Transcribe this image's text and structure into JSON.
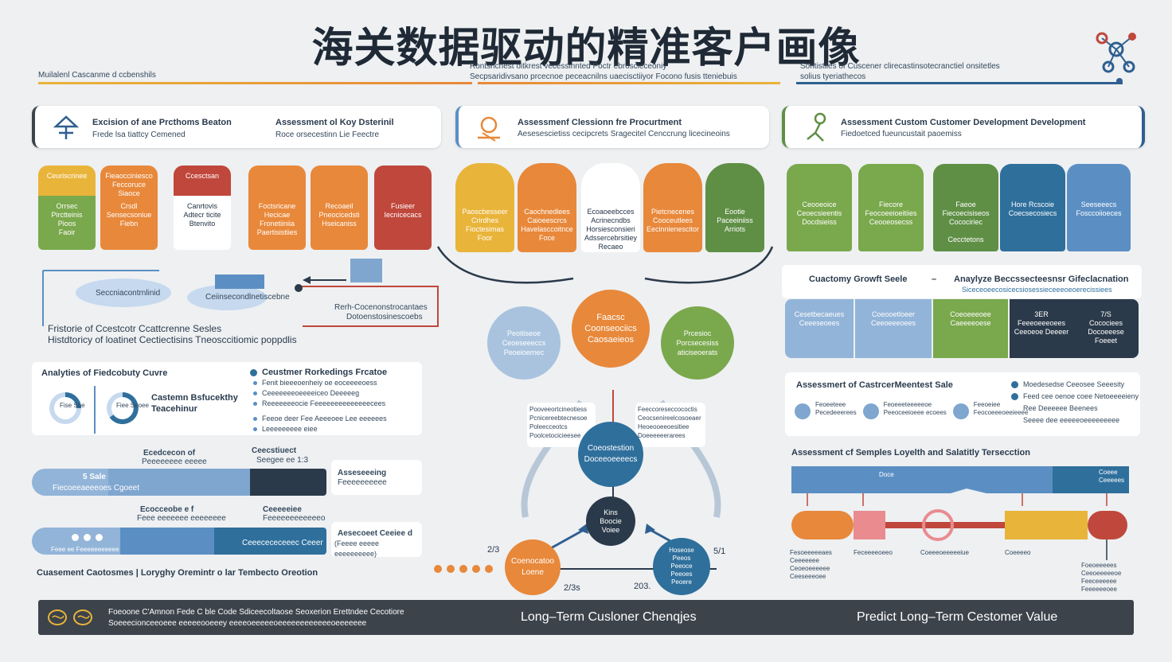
{
  "title": "海关数据驱动的精准客户画像",
  "header": {
    "left_note": "Muilalenl Cascanme d ccbenshils",
    "center_note_1": "Rontsricnest oitkrest vecessinnted Poctr ebroscieceoniy",
    "center_note_2": "Secpsaridivsano prcecnoe peceacnilns uaecisctiiyor Focono fusis tteniebuis",
    "right_note_1": "Sontistiies of Cuscener clirecastinsotecranctiel onsitetles",
    "right_note_2": "solius tyeriathecos"
  },
  "left_panel": {
    "head_a_title": "Excision of ane Prcthoms Beaton",
    "head_a_sub": "Frede lsa tiattcy Cemened",
    "head_b_title": "Assessment ol Koy Dsterinil",
    "head_b_sub": "Roce orsecestinn Lie Feectre",
    "cards": [
      {
        "top": "Ceuriscrinee",
        "body": "Orrsec\nPirctteinis\nPioos\nFaoir",
        "top_color": "#e9b43a",
        "body_color": "#7aa84c"
      },
      {
        "top": "Fieaocciniesco\nFeccoruce\nSiaoce",
        "body": "Crsdl\nSensecsoniue\nFiebn",
        "top_color": "#e8883a",
        "body_color": "#e8883a"
      },
      {
        "top": "Ccesctsan",
        "body": "Canrtovis\nAdtecr ticite\nBtenvito",
        "top_color": "#c0473b",
        "body_color": "#ffffff"
      },
      {
        "top": "",
        "body": "Foctsricane\nHecicae\nFronetiiniia\nPaertisistiies",
        "top_color": "#e8883a",
        "body_color": "#e8883a"
      },
      {
        "top": "",
        "body": "Recoaeil\nPneocicedsti\nHseicaniss",
        "top_color": "#e8883a",
        "body_color": "#e8883a"
      },
      {
        "top": "",
        "body": "Fusieer\nIecnicecacs",
        "top_color": "#c0473b",
        "body_color": "#c0473b"
      }
    ],
    "cloud_1": "Seccniacontrnlinid",
    "cloud_2": "Ceiinsecondlnetiscebne",
    "arrow_note_1": "Rerh-Cocenonstrocantaes",
    "arrow_note_2": "Dotoenstosinescoebs",
    "history_1": "Fristorie of Ccestcotr Ccattcrenne Sesles",
    "history_2": "Histdtoricy of loatinet Cectiectisins Tneosccitiomic poppdlis"
  },
  "center_panel": {
    "head_title": "Assessmenf Clessionn fre Procurtment",
    "head_sub": "Aesesescietiss cecipcrets Sragecitel Cenccrung licecineoins",
    "cards": [
      {
        "body": "Paoscbesseer\nCrirdhes\nFioctesimas\nFoor",
        "color": "#e9b43a"
      },
      {
        "body": "Caochnedlees\nCaioeescrcs\nHavelasccoitnce\nFoce",
        "color": "#e8883a"
      },
      {
        "body": "Ecoaoeebcces\nAcrinecndbs\nHorsiesconsieri\nAdssercebrsitiey\nRecaeo",
        "color": "#ffffff"
      },
      {
        "body": "Pietcnecenes\nCooceutlees\nEecinnienescitor",
        "color": "#e8883a"
      },
      {
        "body": "Eootie\nPaceeiniiss\nArriots",
        "color": "#5f8f45"
      }
    ],
    "circle_left": "Peoitiseoe\nCeoeseeeccs\nPeoeioernec",
    "circle_main": "Faacsc\nCoonseociics\nCaosaeieos",
    "circle_right": "Prcesioc\nPorcsecesiss\naticiseoerats",
    "note_left": "Pooveeortcineotiess\nPcnicereebtecnesoe\nPoleecceotcs\nPoolcetocicieesee",
    "note_right": "Feeccoreseccococtis\nCeocsenireelcosoeaer\nHeoeooeeoesitiee\nDoeeeeeerarees",
    "circle_mid": "Coeostestion\nDoceeoeeeecs",
    "circle_dark": "Kins\nBoocie\nVoiee",
    "circle_bl": "Coenocatoo\nLoene",
    "circle_br": "Hoseose Peeos\nPeeoce Peeoes\nPeoere",
    "label_213": "2/3",
    "label_51": "5/1",
    "label_23s": "2/3s",
    "label_2032": "203."
  },
  "right_panel": {
    "head_title": "Assessment Custom Customer Development Development",
    "head_sub": "Fiedoetced fueuncustait paoemiss",
    "cards": [
      {
        "body": "Ceooeoice\nCeoecsieentis\nDocdsieiss",
        "color": "#7aa84c"
      },
      {
        "body": "Fiecore\nFeocoeeioeitiies\nCeooeosecss",
        "color": "#7aa84c"
      },
      {
        "body": "Faeoe\nFiecoecisiseos\nCocociriec\n\nCecctetons",
        "color": "#5f8f45"
      },
      {
        "body": "Hore Rcscoie\nCoecsecosiecs",
        "color": "#2f6f9c"
      },
      {
        "body": "Seeseeecs\nFosccoiioeces",
        "color": "#5b8fc4"
      }
    ],
    "growth_title": "Cuactomy Growft Seele",
    "growth_dash": "–",
    "growth_right": "Anaylyze Beccssecteesnsr Gifeclacnation",
    "growth_sub": "Siceceoeecosicecsiosessieceeeoeoerecissiees",
    "growth_blocks": [
      {
        "text": "Cesetbecaeues\nCeeeseoees",
        "color": "#92b4d8"
      },
      {
        "text": "Coeooetloeer\nCeeoeeeoees",
        "color": "#92b4d8"
      },
      {
        "text": "Coeoeeeoee\nCaeeeeoese",
        "color": "#7aa84c"
      },
      {
        "text": "3ER\nFeeeoeeeoees\nCeeoeoe Deeeer",
        "color": "#2b3a4a"
      },
      {
        "text": "7/S\nCocociees\nDocoeeese\nFoeeet",
        "color": "#2b3a4a"
      }
    ],
    "sale_title": "Assessmert of CastrcerMeentest Sale",
    "sale_items": [
      "Feoeeteee\nPecedeeerees",
      "Feoeeeteeeeeoe\nPeeoceeioeee ecoees",
      "Feeoeiee\nFeocoeeeoeeieeee"
    ],
    "sale_bullets": [
      "Moedesedse Ceeosee Seeesity",
      "Feed cee oenoe coee Netoeeeeieny",
      "Ree Deeeeee Beenees",
      "Seeee dee eeeeeoeeeeeeeee"
    ],
    "loyalty_title": "Assessment cf Semples Loyelth and Salatitly Tersecction",
    "loyalty_labels": [
      "Doce",
      "Coeee\nCeeeees"
    ],
    "loyalty_bottom": [
      "Fesoeeeeeaes\nCeeeeeee\nCeoeoeeeeee\nCeeseeeoee",
      "Feceeeeoeeo",
      "Coeeeoeeeeeiue",
      "Coeeeeo",
      "Foeoeeeees\nCeeoeeeeeoe\nFeeceeeeee\nFeeeeeeoee"
    ]
  },
  "lower_left": {
    "curve_title": "Analyties of Fiedcobuty Cuvre",
    "factors_title": "Ceustmer Rorkedings Frcatoe",
    "factors": [
      "Fenit bieeeoenheiy oe eoceeeeoess",
      "Ceeeeeeeoeeeeiceo Deeeeeg",
      "Reeeeeeeocie Feeeeeeeeeeeeeecees",
      "Feeoe deer Fee Aeeeoee Lee eeeeees",
      "Leeeeeeeee eiee"
    ],
    "ring_label": "Fise\nSee",
    "ring_label_2": "Fiee\nSeoee",
    "transaction": "Castemn Bsfucekthy\nTeacehinur",
    "bar1_left_top": "Ecedcecon of",
    "bar1_left_sub": "Peeeeeeee eeeee",
    "bar1_right_top": "Ceecstiuect",
    "bar1_right_sub": "Seegee ee  1:3",
    "bar1_label": "5 Sale",
    "bar1_sub": "Fiecoeeaeeeoes Cgoeet",
    "bar1_side": "Asseseeeing",
    "bar1_side_sub": "Feeeeeeeeee",
    "bar2_left_top": "Ecocceobe e f",
    "bar2_left_sub": "Feee eeeeeee eeeeeeee",
    "bar2_right_top": "Ceeeeeiee",
    "bar2_right_sub": "Feeeeeeeeeeeeo",
    "bar2_mid": "Ceeecececeeec Ceeer",
    "bar2_small": "Feee ee Feeeeeeeeeee",
    "bar2_side": "Aesecoeet Ceeiee d",
    "bar2_side_sub": "(Feeee eeeee eeeeeeeeee)",
    "bottom_caption": "Cuasement Caotosmes | Loryghy Oremintr o lar Tembecto Oreotion"
  },
  "footer": {
    "left_1": "Foeoone C'Amnon Fede C ble Code Sdiceecoltaose Seoxerion Erettndee Cecotiore",
    "left_2": "Soeeecionceeoeee eeeeeooeeey eeeeoeeeeeoeeeeeeeeeeeeoeeeeeee",
    "middle": "Long–Term Cusloner Chenqjes",
    "right": "Predict Long–Term Cestomer Value"
  }
}
